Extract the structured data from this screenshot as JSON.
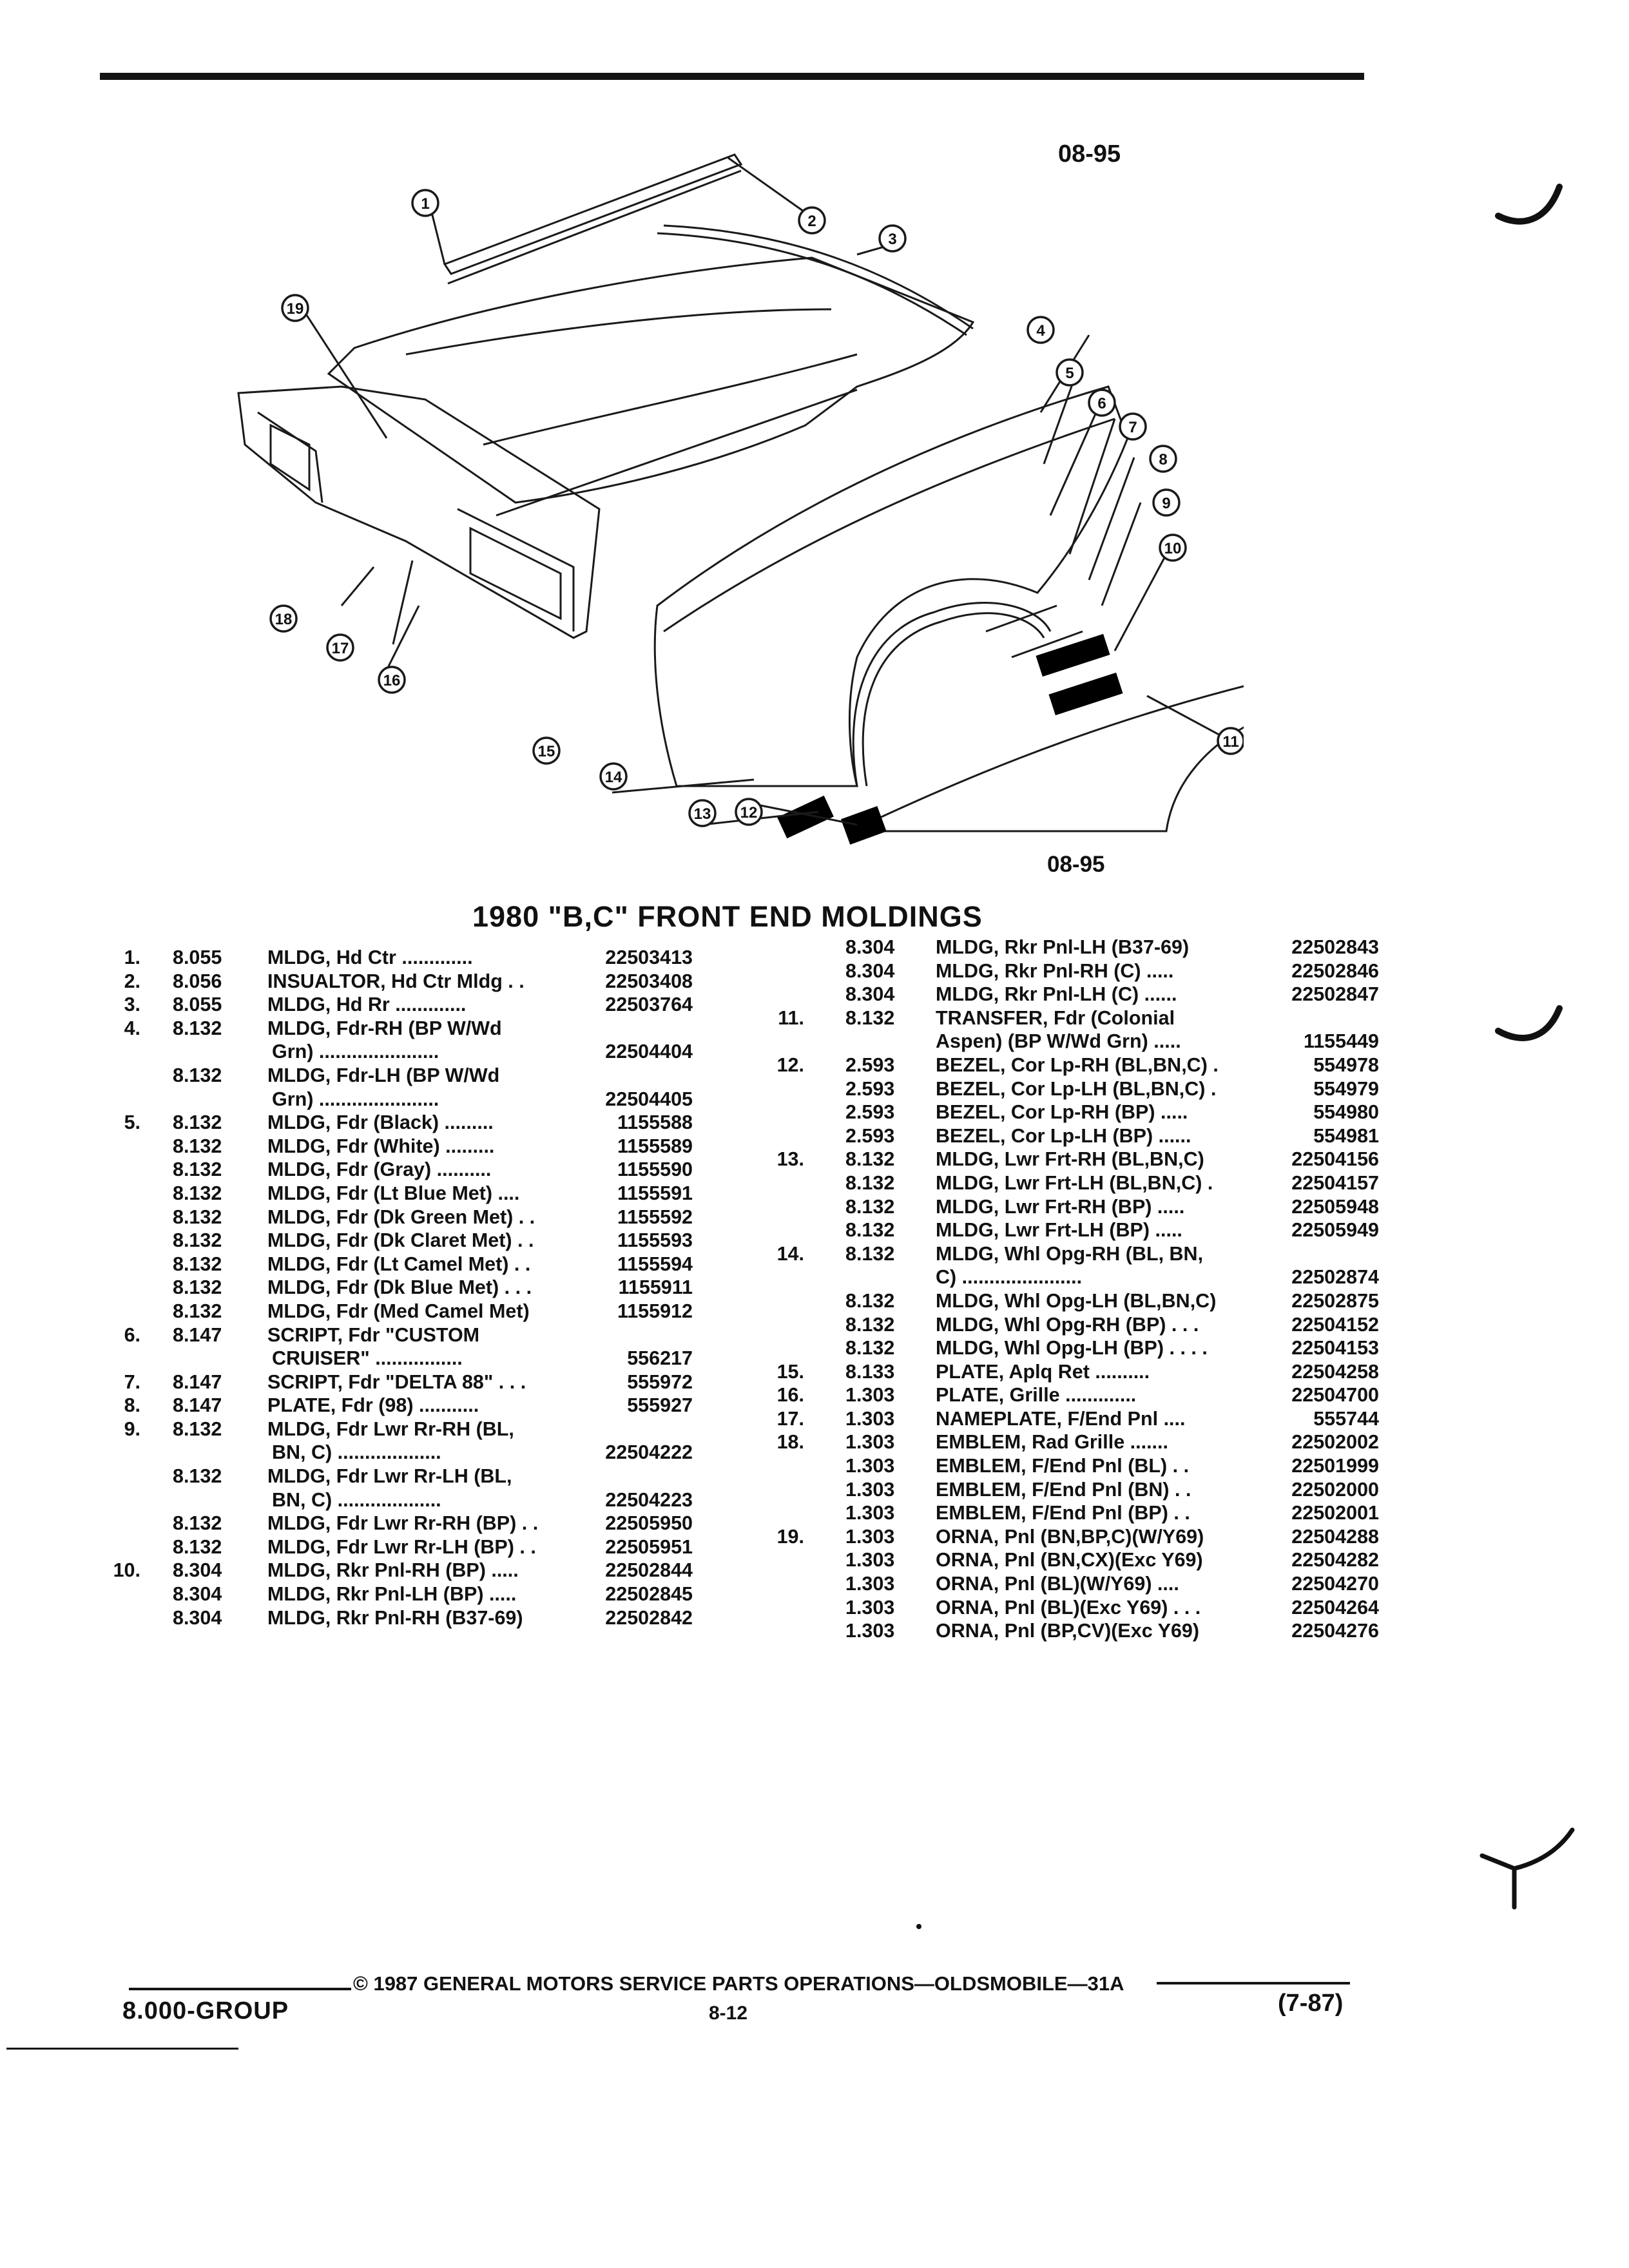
{
  "header": {
    "illustration_code_top": "08-95",
    "illustration_code_bottom": "08-95"
  },
  "diagram": {
    "callouts": [
      "1",
      "2",
      "3",
      "4",
      "5",
      "6",
      "7",
      "8",
      "9",
      "10",
      "11",
      "12",
      "13",
      "14",
      "15",
      "16",
      "17",
      "18",
      "19"
    ]
  },
  "section": {
    "title": "1980 \"B,C\" FRONT END MOLDINGS"
  },
  "left_column": [
    {
      "num": "1.",
      "group": "8.055",
      "desc": "MLDG, Hd Ctr .............",
      "part": "22503413"
    },
    {
      "num": "2.",
      "group": "8.056",
      "desc": "INSUALTOR, Hd Ctr Mldg . .",
      "part": "22503408"
    },
    {
      "num": "3.",
      "group": "8.055",
      "desc": "MLDG, Hd Rr .............",
      "part": "22503764"
    },
    {
      "num": "4.",
      "group": "8.132",
      "desc": "MLDG, Fdr-RH (BP W/Wd",
      "part": ""
    },
    {
      "num": "",
      "group": "",
      "desc": "Grn) ......................",
      "part": "22504404",
      "cont": true
    },
    {
      "num": "",
      "group": "8.132",
      "desc": "MLDG, Fdr-LH (BP W/Wd",
      "part": ""
    },
    {
      "num": "",
      "group": "",
      "desc": "Grn) ......................",
      "part": "22504405",
      "cont": true
    },
    {
      "num": "5.",
      "group": "8.132",
      "desc": "MLDG, Fdr (Black) .........",
      "part": "1155588"
    },
    {
      "num": "",
      "group": "8.132",
      "desc": "MLDG, Fdr (White) .........",
      "part": "1155589"
    },
    {
      "num": "",
      "group": "8.132",
      "desc": "MLDG, Fdr (Gray) ..........",
      "part": "1155590"
    },
    {
      "num": "",
      "group": "8.132",
      "desc": "MLDG, Fdr (Lt Blue Met) ....",
      "part": "1155591"
    },
    {
      "num": "",
      "group": "8.132",
      "desc": "MLDG, Fdr (Dk Green Met) . .",
      "part": "1155592"
    },
    {
      "num": "",
      "group": "8.132",
      "desc": "MLDG, Fdr (Dk Claret Met) . .",
      "part": "1155593"
    },
    {
      "num": "",
      "group": "8.132",
      "desc": "MLDG, Fdr (Lt Camel Met) . .",
      "part": "1155594"
    },
    {
      "num": "",
      "group": "8.132",
      "desc": "MLDG, Fdr (Dk Blue Met) . . .",
      "part": "1155911"
    },
    {
      "num": "",
      "group": "8.132",
      "desc": "MLDG, Fdr (Med Camel Met)",
      "part": "1155912"
    },
    {
      "num": "6.",
      "group": "8.147",
      "desc": "SCRIPT, Fdr \"CUSTOM",
      "part": ""
    },
    {
      "num": "",
      "group": "",
      "desc": "CRUISER\" ................",
      "part": "556217",
      "cont": true
    },
    {
      "num": "7.",
      "group": "8.147",
      "desc": "SCRIPT, Fdr \"DELTA 88\" . . .",
      "part": "555972"
    },
    {
      "num": "8.",
      "group": "8.147",
      "desc": "PLATE, Fdr (98) ...........",
      "part": "555927"
    },
    {
      "num": "9.",
      "group": "8.132",
      "desc": "MLDG, Fdr Lwr Rr-RH (BL,",
      "part": ""
    },
    {
      "num": "",
      "group": "",
      "desc": "BN, C) ...................",
      "part": "22504222",
      "cont": true
    },
    {
      "num": "",
      "group": "8.132",
      "desc": "MLDG, Fdr Lwr Rr-LH (BL,",
      "part": ""
    },
    {
      "num": "",
      "group": "",
      "desc": "BN, C) ...................",
      "part": "22504223",
      "cont": true
    },
    {
      "num": "",
      "group": "8.132",
      "desc": "MLDG, Fdr Lwr Rr-RH (BP) . .",
      "part": "22505950"
    },
    {
      "num": "",
      "group": "8.132",
      "desc": "MLDG, Fdr Lwr Rr-LH (BP) . .",
      "part": "22505951"
    },
    {
      "num": "10.",
      "group": "8.304",
      "desc": "MLDG, Rkr Pnl-RH (BP) .....",
      "part": "22502844"
    },
    {
      "num": "",
      "group": "8.304",
      "desc": "MLDG, Rkr Pnl-LH (BP) .....",
      "part": "22502845"
    },
    {
      "num": "",
      "group": "8.304",
      "desc": "MLDG, Rkr Pnl-RH (B37-69)",
      "part": "22502842"
    }
  ],
  "right_column": [
    {
      "num": "",
      "group": "8.304",
      "desc": "MLDG, Rkr Pnl-LH (B37-69)",
      "part": "22502843"
    },
    {
      "num": "",
      "group": "8.304",
      "desc": "MLDG, Rkr Pnl-RH (C) .....",
      "part": "22502846"
    },
    {
      "num": "",
      "group": "8.304",
      "desc": "MLDG, Rkr Pnl-LH (C) ......",
      "part": "22502847"
    },
    {
      "num": "11.",
      "group": "8.132",
      "desc": "TRANSFER, Fdr (Colonial",
      "part": ""
    },
    {
      "num": "",
      "group": "",
      "desc": "Aspen) (BP W/Wd Grn) .....",
      "part": "1155449",
      "cont": true
    },
    {
      "num": "12.",
      "group": "2.593",
      "desc": "BEZEL, Cor Lp-RH (BL,BN,C) .",
      "part": "554978"
    },
    {
      "num": "",
      "group": "2.593",
      "desc": "BEZEL, Cor Lp-LH (BL,BN,C) .",
      "part": "554979"
    },
    {
      "num": "",
      "group": "2.593",
      "desc": "BEZEL, Cor Lp-RH (BP) .....",
      "part": "554980"
    },
    {
      "num": "",
      "group": "2.593",
      "desc": "BEZEL, Cor Lp-LH (BP) ......",
      "part": "554981"
    },
    {
      "num": "13.",
      "group": "8.132",
      "desc": "MLDG, Lwr Frt-RH (BL,BN,C)",
      "part": "22504156"
    },
    {
      "num": "",
      "group": "8.132",
      "desc": "MLDG, Lwr Frt-LH (BL,BN,C) .",
      "part": "22504157"
    },
    {
      "num": "",
      "group": "8.132",
      "desc": "MLDG, Lwr Frt-RH (BP) .....",
      "part": "22505948"
    },
    {
      "num": "",
      "group": "8.132",
      "desc": "MLDG, Lwr Frt-LH (BP) .....",
      "part": "22505949"
    },
    {
      "num": "14.",
      "group": "8.132",
      "desc": "MLDG, Whl Opg-RH (BL, BN,",
      "part": ""
    },
    {
      "num": "",
      "group": "",
      "desc": "C) ......................",
      "part": "22502874",
      "cont": true
    },
    {
      "num": "",
      "group": "8.132",
      "desc": "MLDG, Whl Opg-LH (BL,BN,C)",
      "part": "22502875"
    },
    {
      "num": "",
      "group": "8.132",
      "desc": "MLDG, Whl Opg-RH (BP) . . .",
      "part": "22504152"
    },
    {
      "num": "",
      "group": "8.132",
      "desc": "MLDG, Whl Opg-LH (BP) . . . .",
      "part": "22504153"
    },
    {
      "num": "15.",
      "group": "8.133",
      "desc": "PLATE, Aplq Ret ..........",
      "part": "22504258"
    },
    {
      "num": "16.",
      "group": "1.303",
      "desc": "PLATE, Grille .............",
      "part": "22504700"
    },
    {
      "num": "17.",
      "group": "1.303",
      "desc": "NAMEPLATE, F/End Pnl ....",
      "part": "555744"
    },
    {
      "num": "18.",
      "group": "1.303",
      "desc": "EMBLEM, Rad Grille .......",
      "part": "22502002"
    },
    {
      "num": "",
      "group": "1.303",
      "desc": "EMBLEM, F/End Pnl (BL) . .",
      "part": "22501999"
    },
    {
      "num": "",
      "group": "1.303",
      "desc": "EMBLEM, F/End Pnl (BN) . .",
      "part": "22502000"
    },
    {
      "num": "",
      "group": "1.303",
      "desc": "EMBLEM, F/End Pnl (BP) . .",
      "part": "22502001"
    },
    {
      "num": "19.",
      "group": "1.303",
      "desc": "ORNA, Pnl (BN,BP,C)(W/Y69)",
      "part": "22504288"
    },
    {
      "num": "",
      "group": "1.303",
      "desc": "ORNA, Pnl (BN,CX)(Exc Y69)",
      "part": "22504282"
    },
    {
      "num": "",
      "group": "1.303",
      "desc": "ORNA, Pnl (BL)(W/Y69) ....",
      "part": "22504270"
    },
    {
      "num": "",
      "group": "1.303",
      "desc": "ORNA, Pnl (BL)(Exc Y69) . . .",
      "part": "22504264"
    },
    {
      "num": "",
      "group": "1.303",
      "desc": "ORNA, Pnl (BP,CV)(Exc Y69)",
      "part": "22504276"
    }
  ],
  "footer": {
    "copyright": "© 1987 GENERAL MOTORS SERVICE PARTS OPERATIONS—OLDSMOBILE—31A",
    "page_number": "8-12",
    "group_label": "8.000-GROUP",
    "date_code": "(7-87)"
  }
}
